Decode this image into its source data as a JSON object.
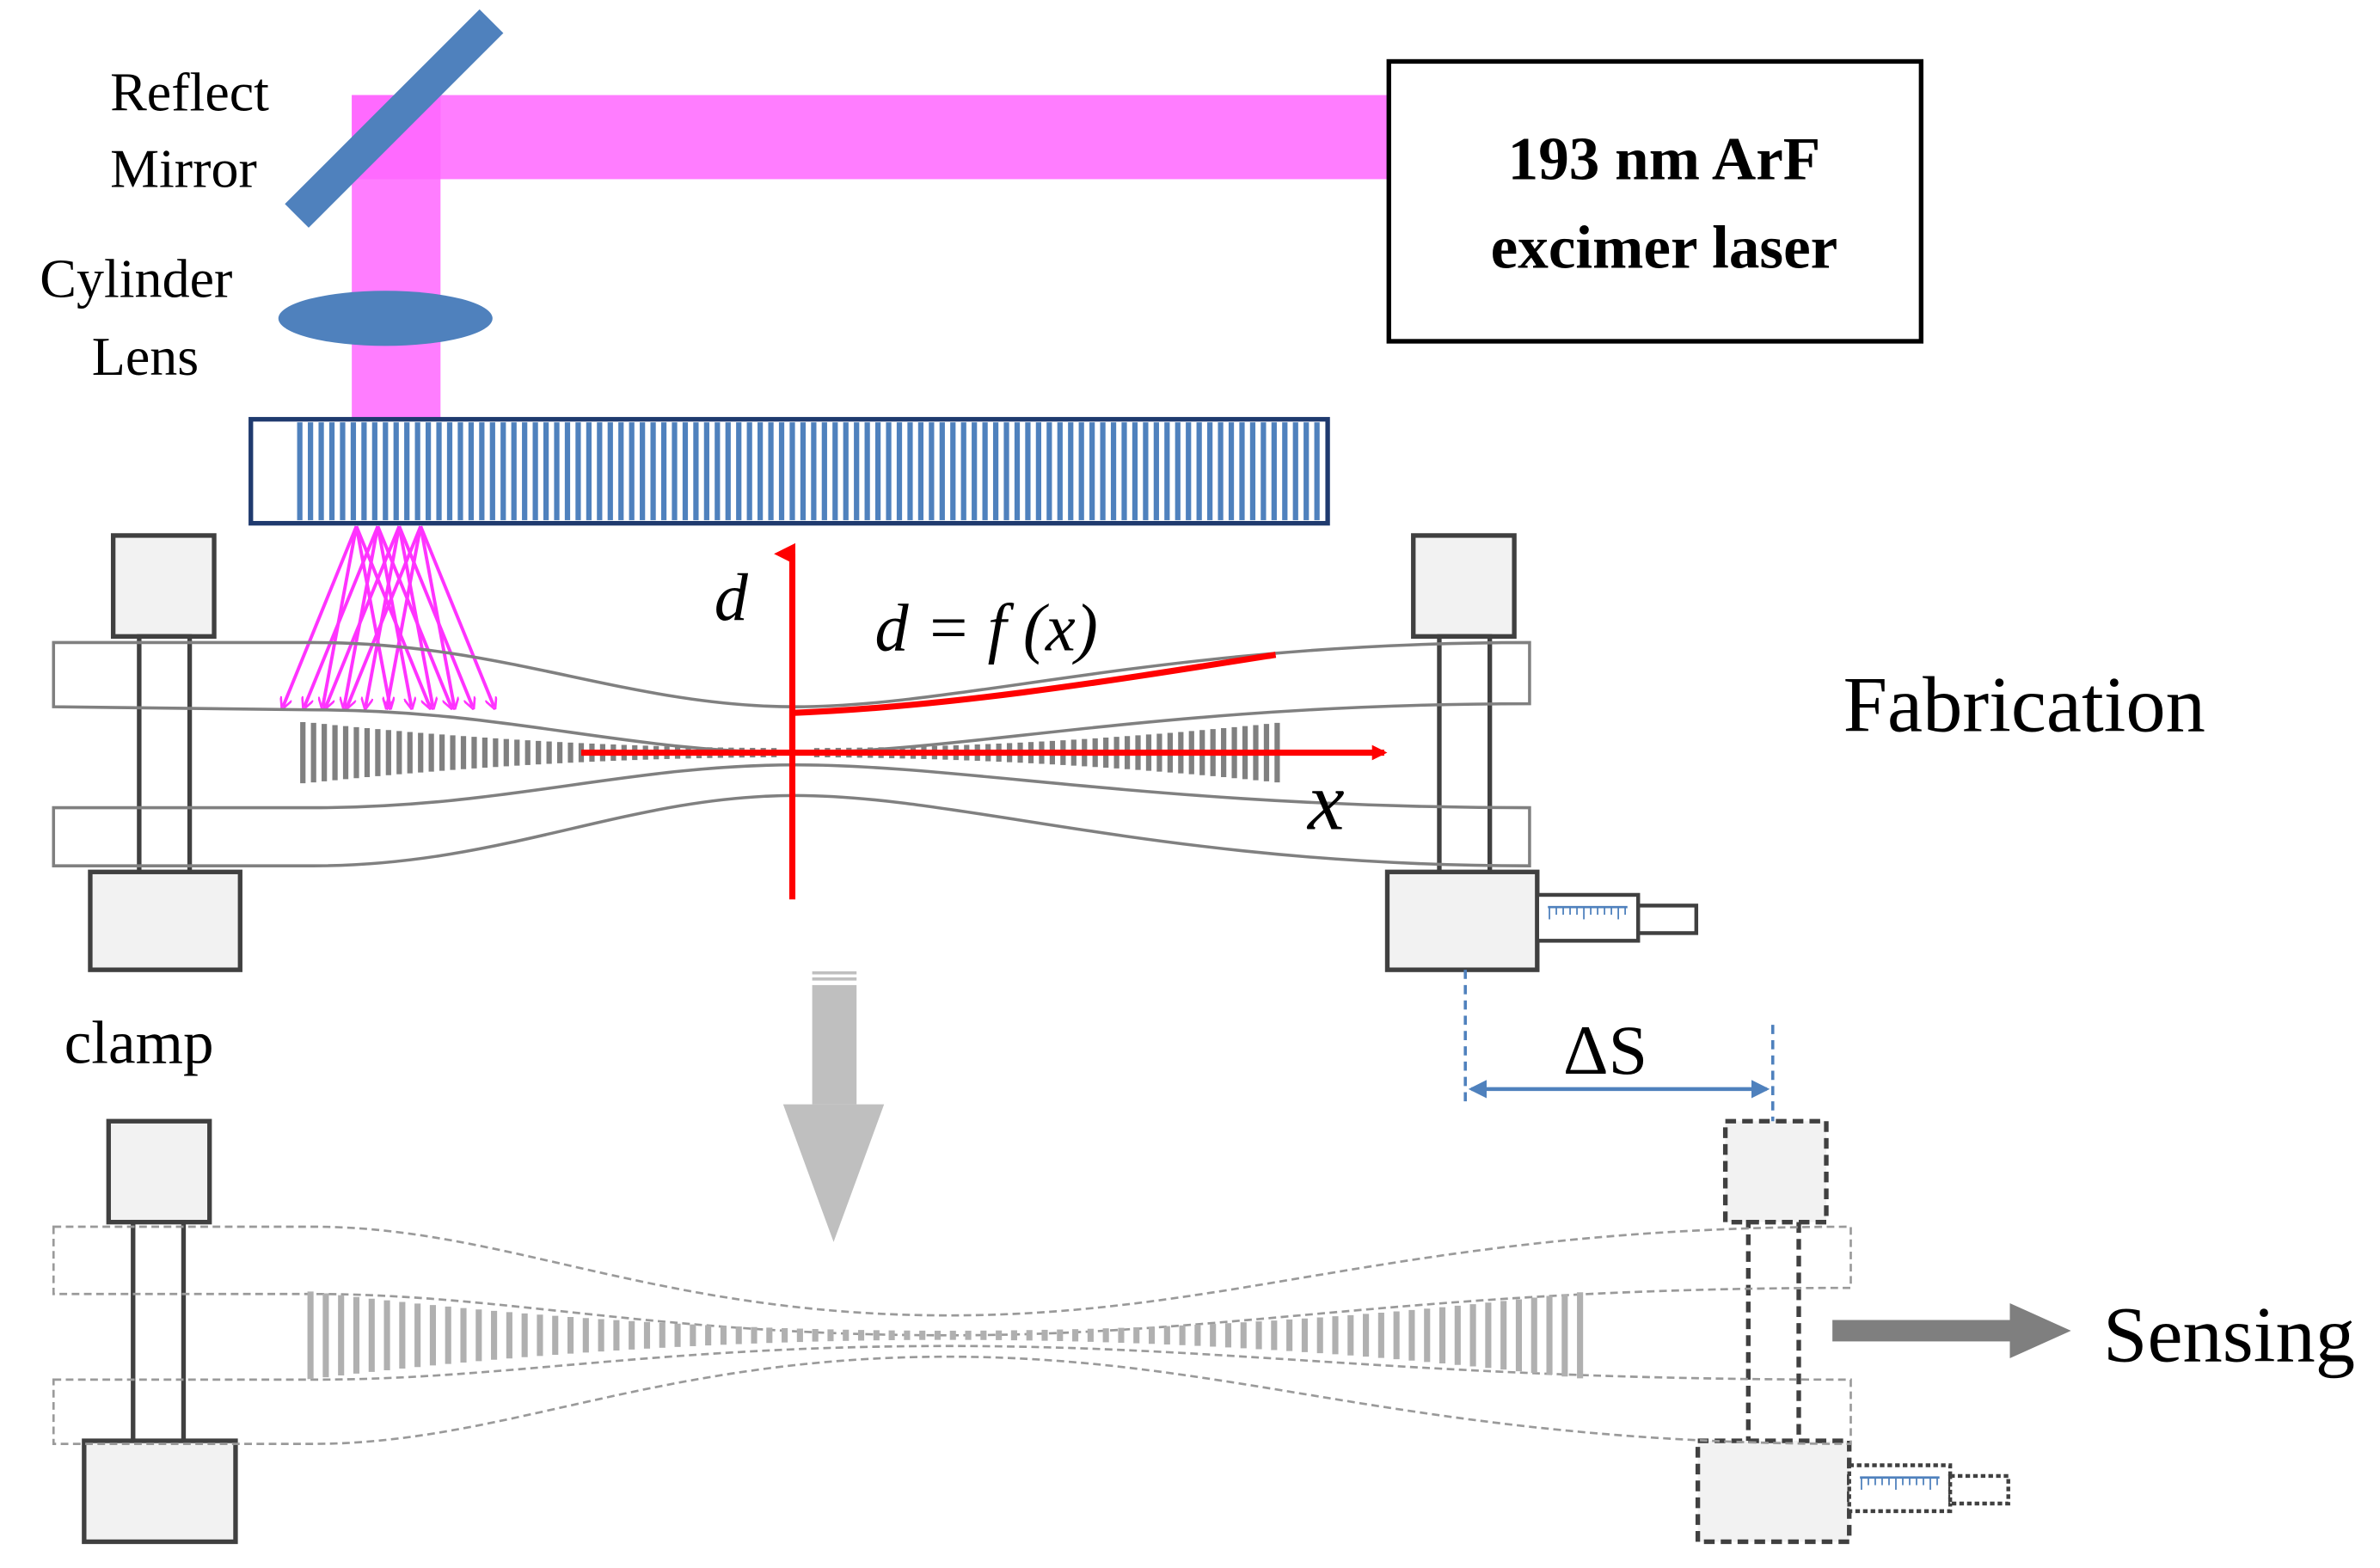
{
  "labels": {
    "reflect_mirror_line1": "Reflect",
    "reflect_mirror_line2": "Mirror",
    "cylinder_lens_line1": "Cylinder",
    "cylinder_lens_line2": "Lens",
    "laser_line1": "193 nm ArF",
    "laser_line2": "excimer laser",
    "axis_d": "d",
    "axis_x": "x",
    "equation": "d = f (x)",
    "fabrication": "Fabrication",
    "clamp": "clamp",
    "delta_s": "ΔS",
    "sensing": "Sensing"
  },
  "colors": {
    "laser_beam": "#ff33ff",
    "optics_blue": "#4f81bd",
    "axis_red": "#ff0000",
    "fiber_gray": "#7f7f7f",
    "clamp_fill": "#f2f2f2",
    "sensing_arrow": "#7f7f7f"
  },
  "icons": {
    "mirror": "reflect-mirror-icon",
    "lens": "cylinder-lens-icon",
    "mask": "phase-mask-icon",
    "micrometer": "micrometer-icon",
    "down_arrow": "process-arrow-icon"
  }
}
